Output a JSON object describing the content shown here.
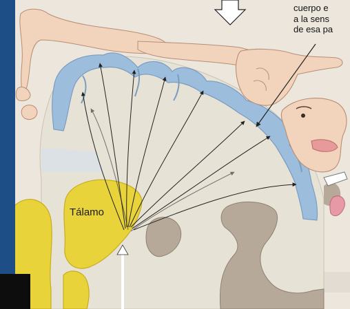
{
  "caption": {
    "lines": [
      "cuerpo e",
      "a la sens",
      "de esa pa"
    ]
  },
  "labels": {
    "thalamus": "Tálamo"
  },
  "colors": {
    "left_panel": "#1d4f86",
    "bottom_left_bar": "#0d0d0d",
    "cortex": "#9dbddc",
    "white_matter": "#e6e3d6",
    "thalamus": "#e8d33a",
    "deep_structures": "#b7a99a",
    "homunculus_skin": "#f2d3bc"
  }
}
